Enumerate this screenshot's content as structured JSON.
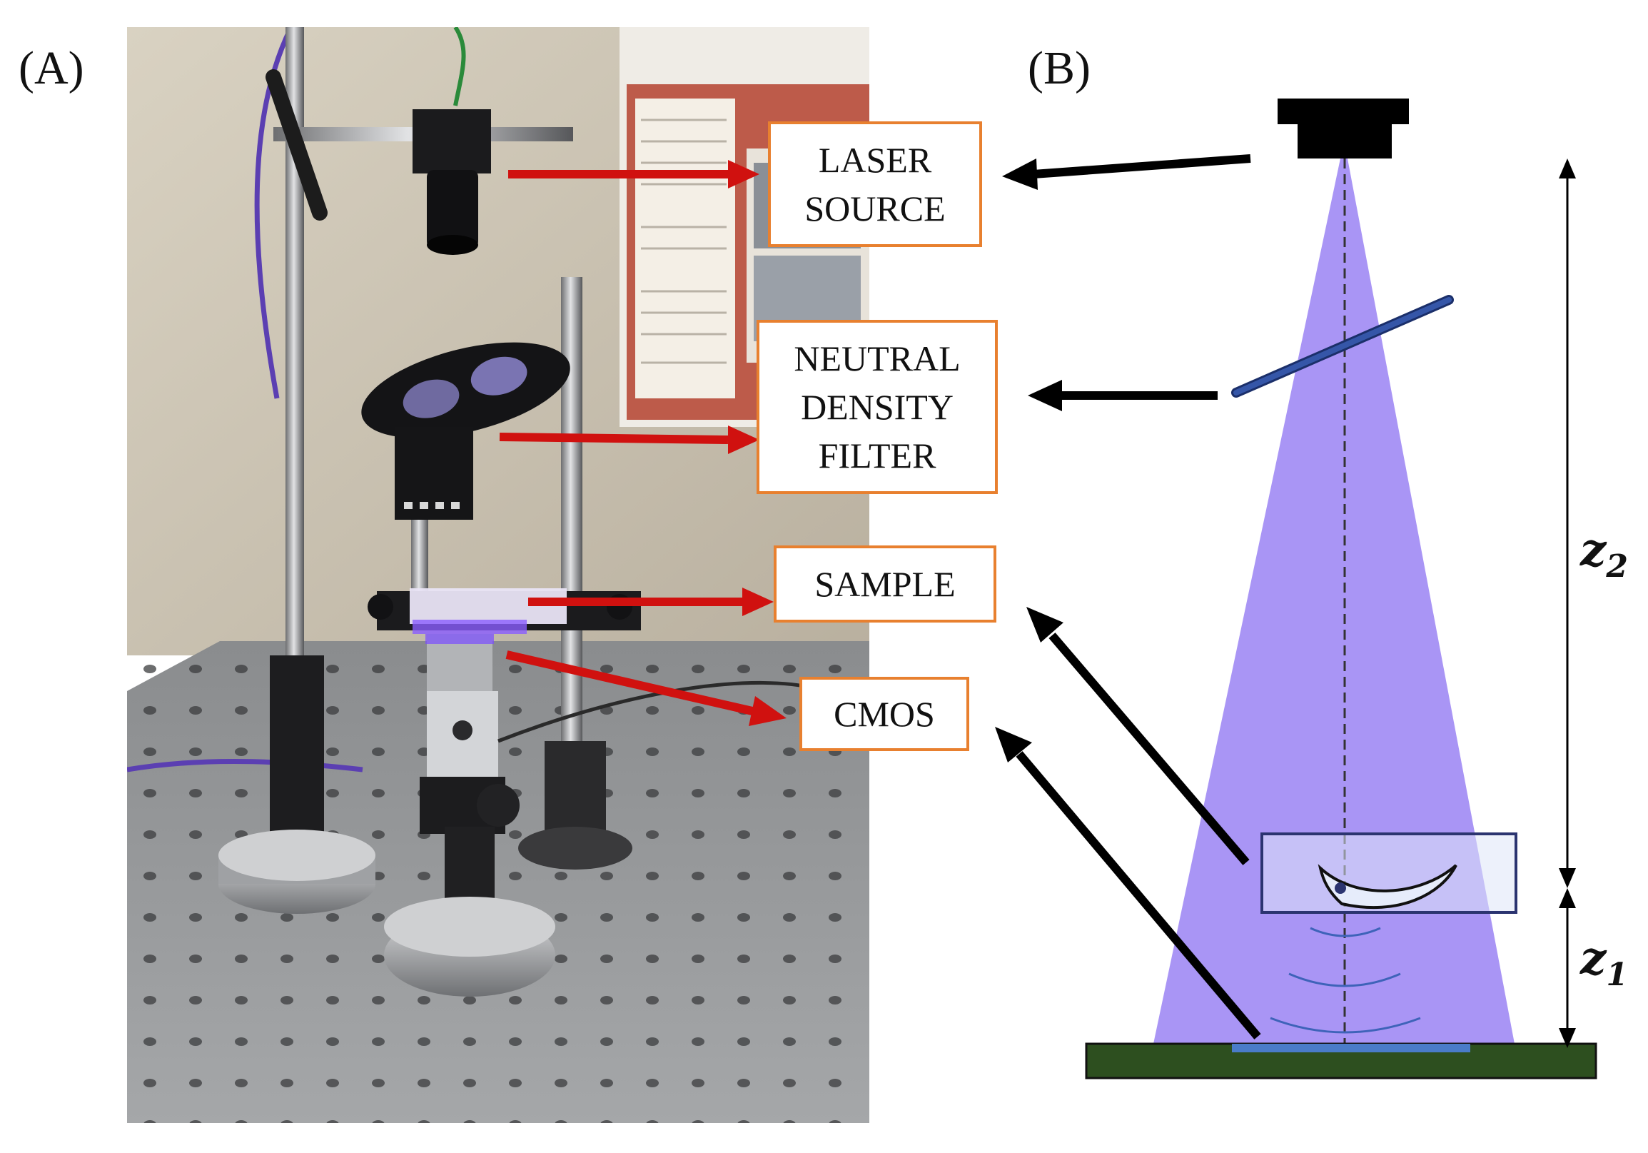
{
  "panels": {
    "a": "(A)",
    "b": "(B)"
  },
  "labels": {
    "laser": [
      "LASER",
      "SOURCE"
    ],
    "filter": [
      "NEUTRAL",
      "DENSITY",
      "FILTER"
    ],
    "sample": [
      "SAMPLE"
    ],
    "cmos": [
      "CMOS"
    ]
  },
  "dimensions": {
    "z2": "z",
    "z2_sub": "2",
    "z1": "z",
    "z1_sub": "1"
  },
  "colors": {
    "beam": "#a995f5",
    "annotation_border": "#e8802f",
    "photo_arrow": "#d0110f",
    "diagram_arrow": "#000000",
    "sensor": "#2d4f1f",
    "sensor_top": "#4a7cc9",
    "filter": "#3556a8",
    "sample_box": "#2b3470",
    "ripples": "#3e63b9"
  },
  "icons": [
    "laser-source-icon",
    "neutral-density-filter-icon",
    "sample-holder-icon",
    "cmos-sensor-icon"
  ]
}
